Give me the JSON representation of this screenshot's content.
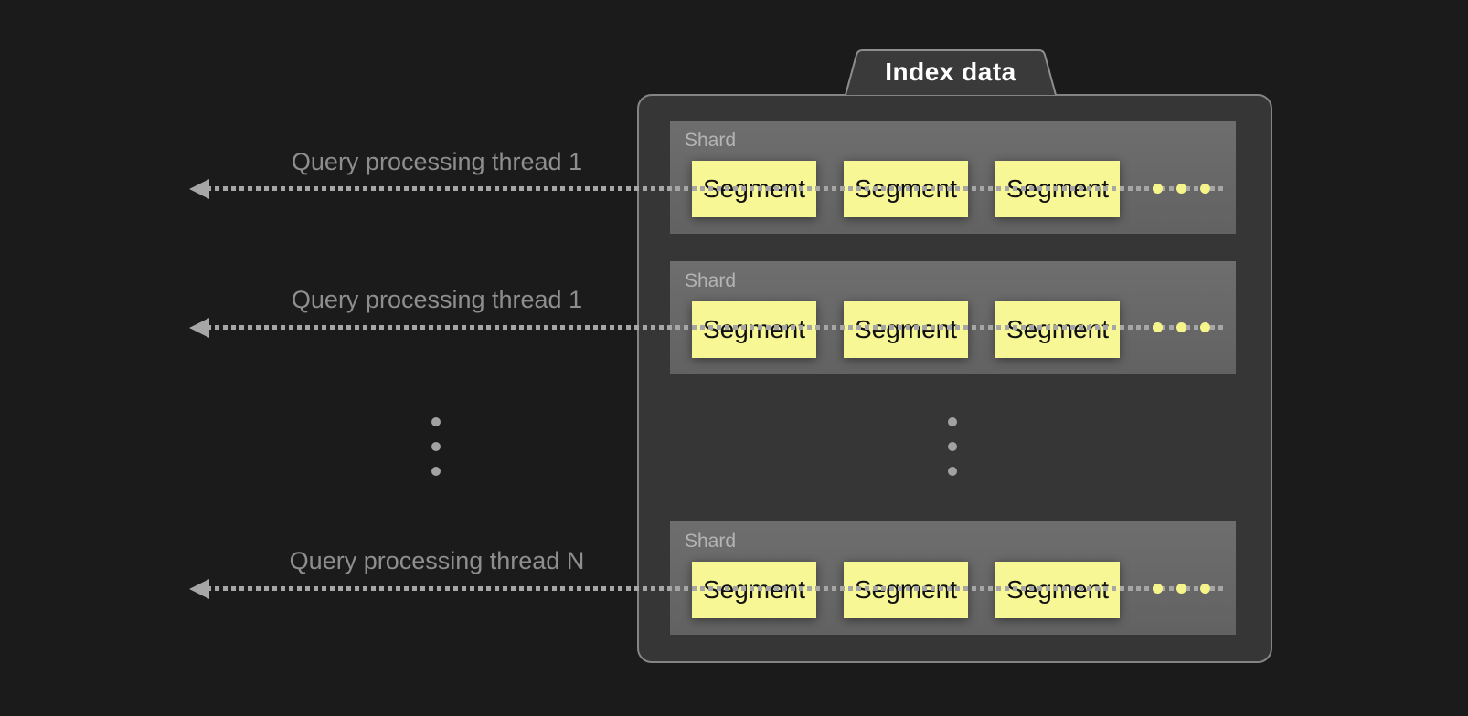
{
  "colors": {
    "page_bg": "#1b1b1b",
    "container_fill": "#363636",
    "container_border": "#848484",
    "tab_fill": "#3a3a3a",
    "tab_border": "#8e8e8e",
    "shard_fill_top": "#6e6e6e",
    "shard_fill_bottom": "#626262",
    "shard_label": "#b4b4b4",
    "segment_fill": "#f7f795",
    "segment_text": "#111111",
    "line_gray": "#a6a6a6",
    "label_gray": "#8e8e8e",
    "dot_gray": "#a2a2a2",
    "dot_yellow": "#f5f58c",
    "title_text": "#ffffff"
  },
  "diagram": {
    "title": "Index data",
    "threads": [
      {
        "label": "Query processing thread 1"
      },
      {
        "label": "Query processing thread 1"
      },
      {
        "label": "Query processing thread N"
      }
    ],
    "shards": [
      {
        "label": "Shard",
        "segments": [
          "Segment",
          "Segment",
          "Segment"
        ]
      },
      {
        "label": "Shard",
        "segments": [
          "Segment",
          "Segment",
          "Segment"
        ]
      },
      {
        "label": "Shard",
        "segments": [
          "Segment",
          "Segment",
          "Segment"
        ]
      }
    ]
  }
}
